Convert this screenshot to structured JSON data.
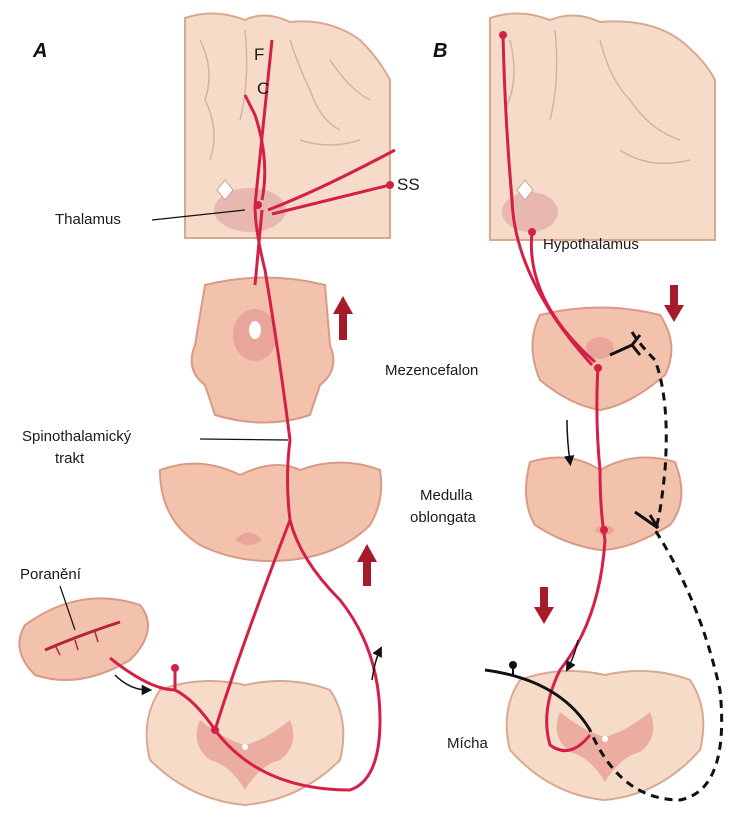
{
  "panels": {
    "a": "A",
    "b": "B"
  },
  "labels": {
    "f": "F",
    "c": "C",
    "ss": "SS",
    "thalamus": "Thalamus",
    "spinothalamic_1": "Spinothalamický",
    "spinothalamic_2": "trakt",
    "injury": "Poranění",
    "hypothalamus": "Hypothalamus",
    "mesencephalon": "Mezencefalon",
    "medulla_1": "Medulla",
    "medulla_2": "oblongata",
    "spinal_cord": "Mícha"
  },
  "colors": {
    "pathway": "#d42046",
    "tissue": "#f3c2ad",
    "tissue_edge": "#d99a86",
    "brain": "#f6dcc8",
    "gray_matter": "#eaa59a",
    "arrow": "#a61b2b",
    "descending_dashed": "#111111"
  }
}
